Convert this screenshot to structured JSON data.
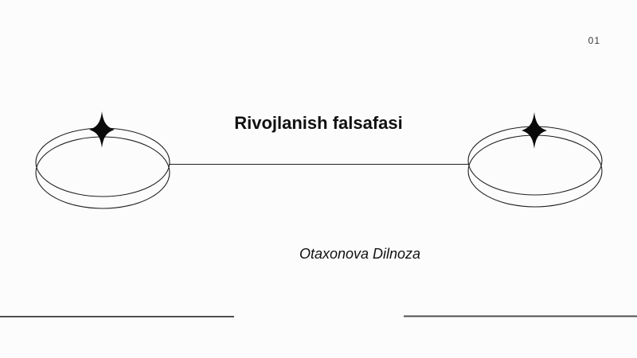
{
  "page": {
    "number": "01"
  },
  "title": {
    "text": "Rivojlanish falsafasi"
  },
  "subtitle": {
    "text": "Otaxonova Dilnoza"
  },
  "icons": {
    "left_sparkle": "four-point-star-icon",
    "right_sparkle": "four-point-star-icon"
  },
  "colors": {
    "background": "#fcfcfc",
    "ink": "#1f1f1f",
    "title_text": "#111111",
    "page_number_text": "#3a3a3a",
    "footer_rule": "#4f4f4f"
  }
}
